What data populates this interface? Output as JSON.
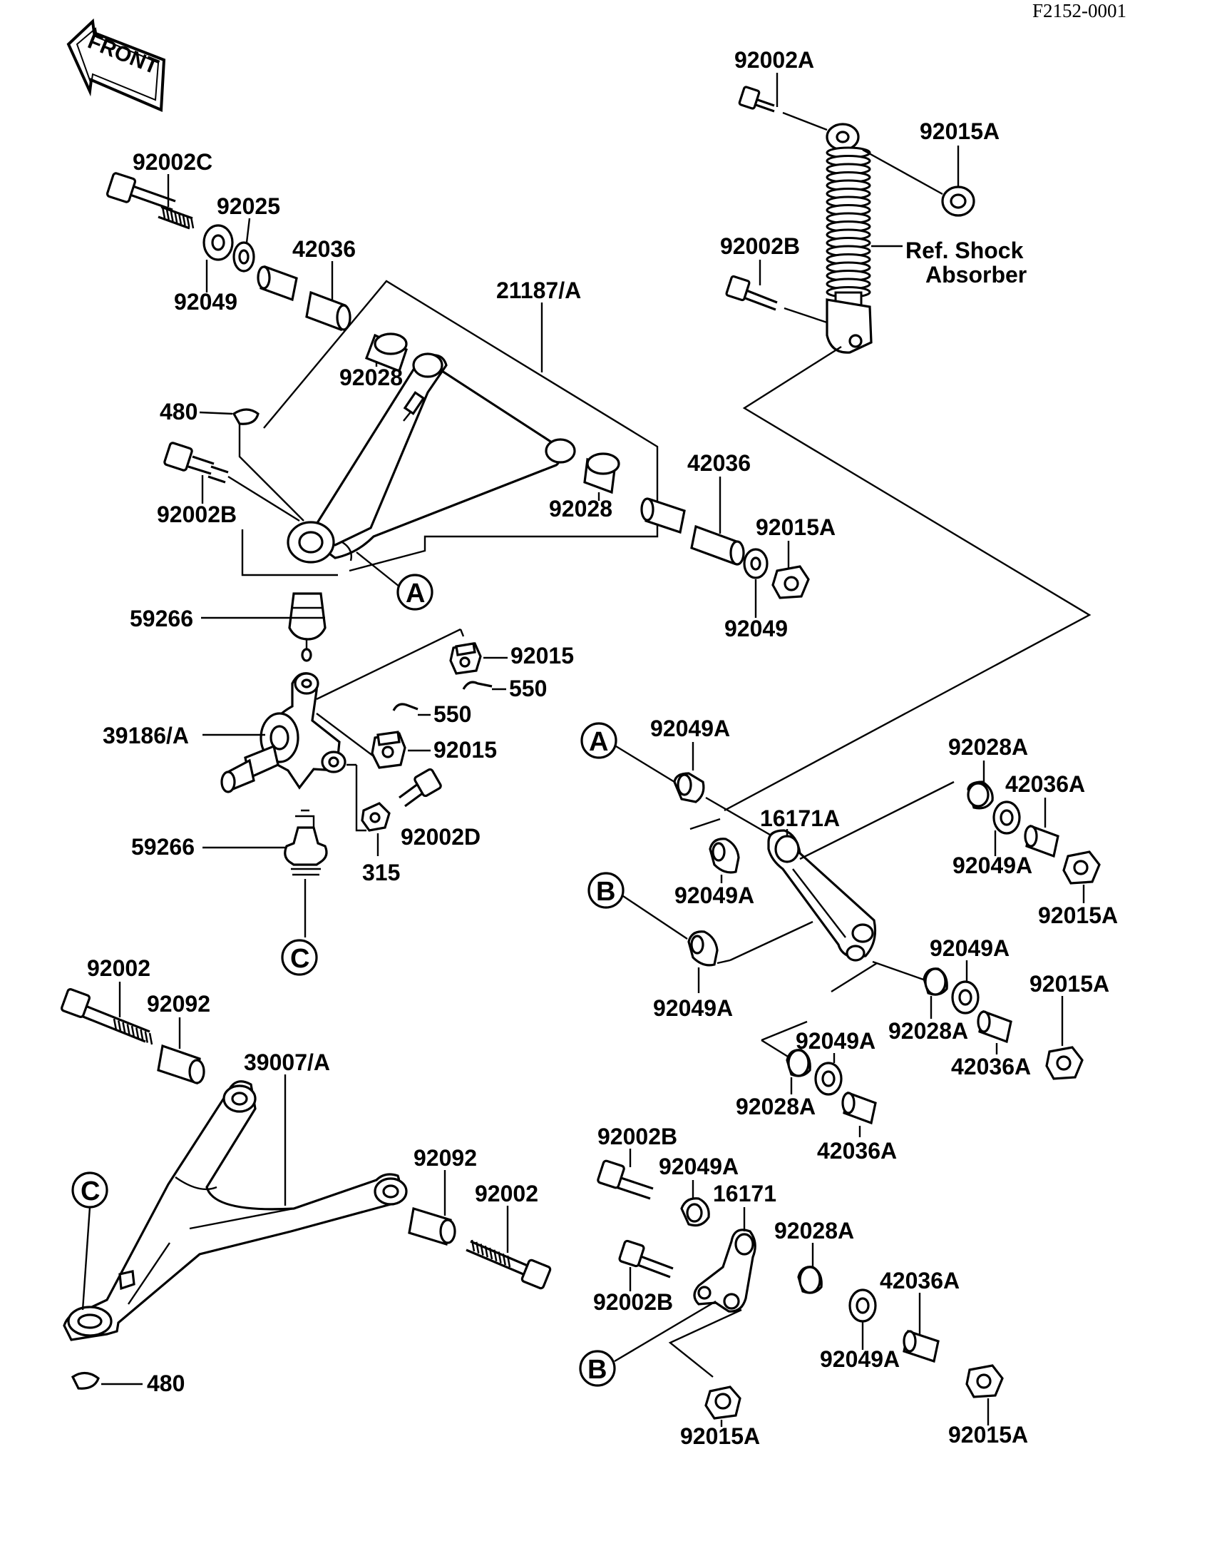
{
  "diagram_code": "F2152-0001",
  "front_arrow": {
    "label": "FRONT"
  },
  "callouts": {
    "A": "A",
    "B": "B",
    "C": "C"
  },
  "labels": {
    "l92002A": "92002A",
    "l92015A_top": "92015A",
    "l92002B_shock": "92002B",
    "ref_shock_1": "Ref. Shock",
    "ref_shock_2": "Absorber",
    "l92002C": "92002C",
    "l92025": "92025",
    "l42036_top": "42036",
    "l92049_top": "92049",
    "l21187A": "21187/A",
    "l92028_a": "92028",
    "l92028_b": "92028",
    "l480_top": "480",
    "l92002B_arm": "92002B",
    "l42036_mid": "42036",
    "l92015A_mid": "92015A",
    "l92049_mid": "92049",
    "l59266_top": "59266",
    "l92015_a": "92015",
    "l550_a": "550",
    "l550_b": "550",
    "l92015_b": "92015",
    "l39186A": "39186/A",
    "l92002D": "92002D",
    "l315": "315",
    "l59266_bot": "59266",
    "l92049A_1": "92049A",
    "l16171A": "16171A",
    "l92028A_1": "92028A",
    "l42036A_1": "42036A",
    "l92049A_2": "92049A",
    "l92049A_3": "92049A",
    "l92015A_r1": "92015A",
    "l92049A_4": "92049A",
    "l92049A_5": "92049A",
    "l92015A_r2": "92015A",
    "l92028A_2": "92028A",
    "l42036A_2": "42036A",
    "l92049A_6": "92049A",
    "l92028A_3": "92028A",
    "l42036A_3": "42036A",
    "l92002": "92002",
    "l92092": "92092",
    "l39007A": "39007/A",
    "l92092_r": "92092",
    "l92002_r": "92002",
    "l480_bot": "480",
    "l92002B_b1": "92002B",
    "l92049A_7": "92049A",
    "l16171": "16171",
    "l92028A_4": "92028A",
    "l92002B_b2": "92002B",
    "l42036A_4": "42036A",
    "l92049A_8": "92049A",
    "l92015A_b1": "92015A",
    "l92015A_b2": "92015A"
  }
}
